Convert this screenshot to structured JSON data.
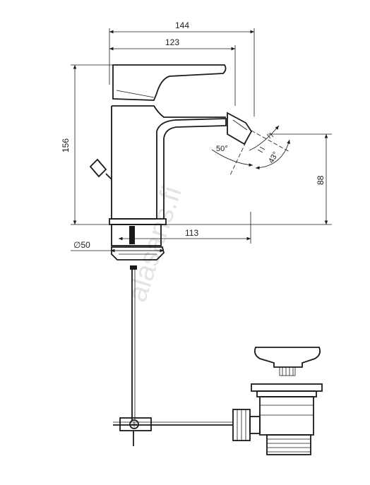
{
  "dimensions": {
    "overall_width": "144",
    "spout_reach": "123",
    "height": "156",
    "nozzle_height": "88",
    "nozzle_offset": "113",
    "base_diameter": "∅50"
  },
  "angles": {
    "tilt": "50°",
    "swivel": "43°"
  },
  "watermark": "alasans.fi",
  "colors": {
    "line": "#1a1a1a",
    "background": "#ffffff",
    "watermark": "#cfcfcf"
  }
}
